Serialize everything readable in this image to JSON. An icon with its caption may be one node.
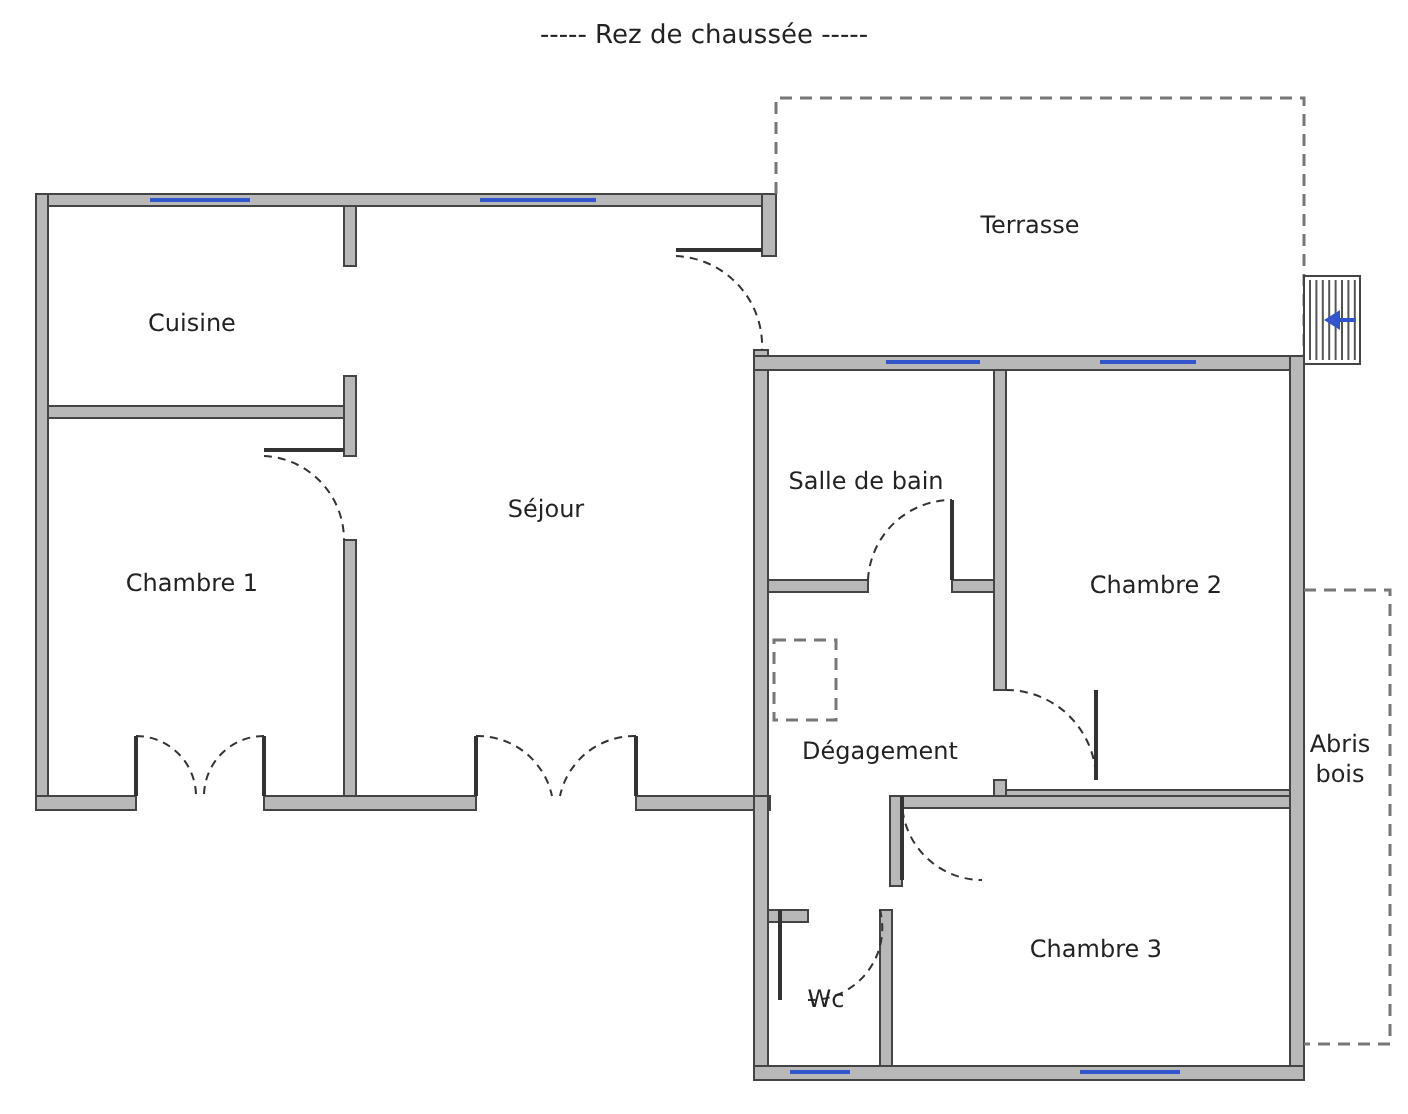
{
  "diagram": {
    "title": "----- Rez de chaussée -----",
    "nodes": [
      {
        "text": [
          "Terrasse"
        ]
      },
      {
        "text": [
          "Cuisine"
        ]
      },
      {
        "text": [
          "Salle de bain"
        ]
      },
      {
        "text": [
          "Séjour"
        ]
      },
      {
        "text": [
          "Chambre 1"
        ]
      },
      {
        "text": [
          "Chambre 2"
        ]
      },
      {
        "text": [
          "Abris bois"
        ]
      },
      {
        "text": [
          "Dégagement"
        ]
      },
      {
        "text": [
          "Chambre 3"
        ]
      },
      {
        "text": [
          "Wc"
        ]
      }
    ]
  }
}
